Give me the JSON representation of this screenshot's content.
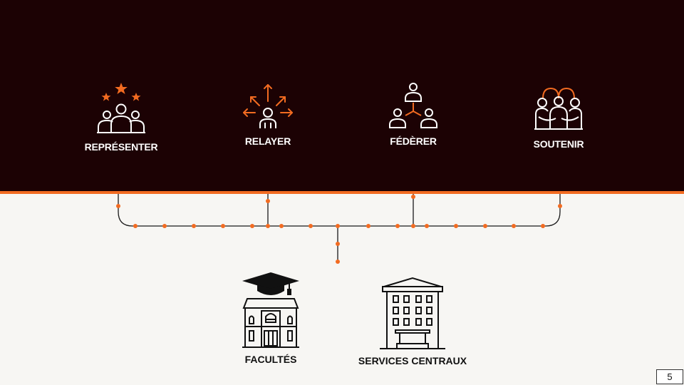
{
  "roles": [
    {
      "label": "REPRÉSENTER",
      "icon": "group-with-stars-icon"
    },
    {
      "label": "RELAYER",
      "icon": "person-broadcast-arrows-icon"
    },
    {
      "label": "FÉDÈRER",
      "icon": "three-people-network-icon"
    },
    {
      "label": "SOUTENIR",
      "icon": "people-embracing-icon"
    }
  ],
  "entities": [
    {
      "label": "FACULTÉS",
      "icon": "university-building-icon"
    },
    {
      "label": "SERVICES CENTRAUX",
      "icon": "office-building-icon"
    }
  ],
  "page_number": "5",
  "colors": {
    "dark_band": "#1c0204",
    "accent": "#f26b21",
    "background": "#f7f6f3",
    "text_light": "#ffffff",
    "text_dark": "#111111"
  }
}
